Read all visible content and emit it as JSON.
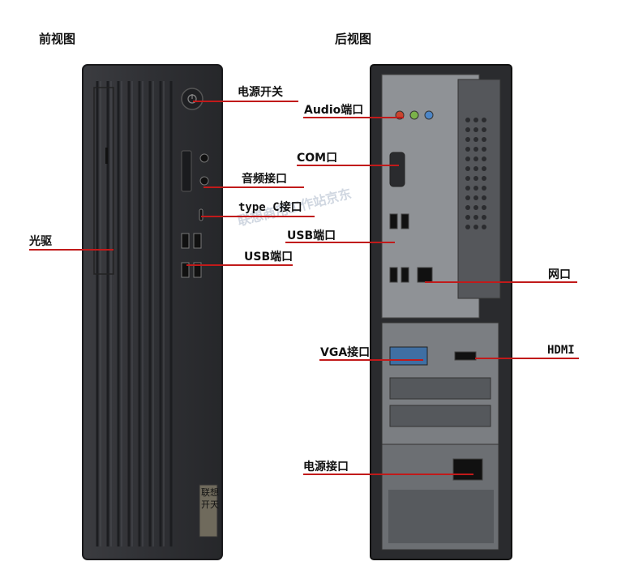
{
  "titles": {
    "front": "前视图",
    "back": "后视图"
  },
  "front_labels": {
    "power_switch": "电源开关",
    "audio_jack": "音频接口",
    "type_c": "type C接口",
    "usb": "USB端口",
    "optical_drive": "光驱"
  },
  "back_labels": {
    "audio": "Audio端口",
    "com": "COM口",
    "usb": "USB端口",
    "lan": "网口",
    "vga": "VGA接口",
    "hdmi": "HDMI",
    "power": "电源接口"
  },
  "badge_text": "联想开天",
  "watermark": "联想商用工作站京东",
  "colors": {
    "accent_line": "#c11a1a",
    "case_dark": "#2c2d30",
    "case_mid": "#3a3b3f",
    "rear_metal": "#8f9296"
  }
}
